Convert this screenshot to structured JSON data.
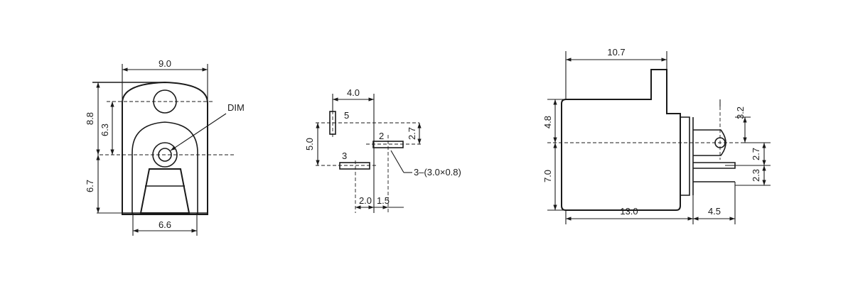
{
  "front_view": {
    "width": "9.0",
    "height_total": "8.8",
    "height_upper": "6.3",
    "height_lower": "6.7",
    "base_width": "6.6",
    "dim_label": "DIM"
  },
  "pad_layout": {
    "spacing_h": "4.0",
    "pad_5": "5",
    "spacing_v": "5.0",
    "pad_2": "2",
    "offset_v": "2.7",
    "pad_3": "3",
    "pad_spec": "3–(3.0×0.8)",
    "offset_a": "2.0",
    "offset_b": "1.5"
  },
  "side_view": {
    "length_top": "10.7",
    "height_upper": "4.8",
    "height_lower": "7.0",
    "length_body": "13.0",
    "length_pin": "4.5",
    "dim_a": "3.2",
    "dim_b": "2.7",
    "dim_c": "2.3"
  }
}
